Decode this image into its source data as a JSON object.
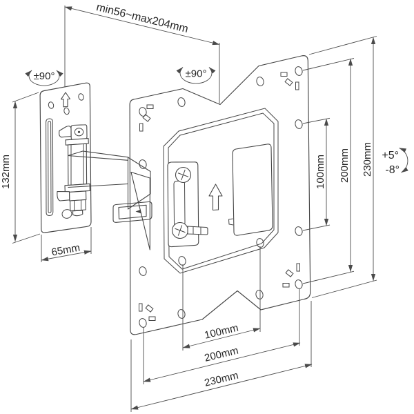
{
  "diagram": {
    "colors": {
      "background": "#ffffff",
      "line": "#454545",
      "text": "#262626"
    },
    "labels": {
      "arm_extension_range": "min56~max204mm",
      "wall_plate_height": "132mm",
      "wall_plate_width": "65mm",
      "swivel_left": "±90°",
      "swivel_right": "±90°",
      "tilt_up": "+5°",
      "tilt_down": "-8°",
      "height_vesa": "100mm",
      "height_holes": "200mm",
      "height_plate": "230mm",
      "width_vesa": "100mm",
      "width_holes": "200mm",
      "width_plate": "230mm"
    }
  }
}
